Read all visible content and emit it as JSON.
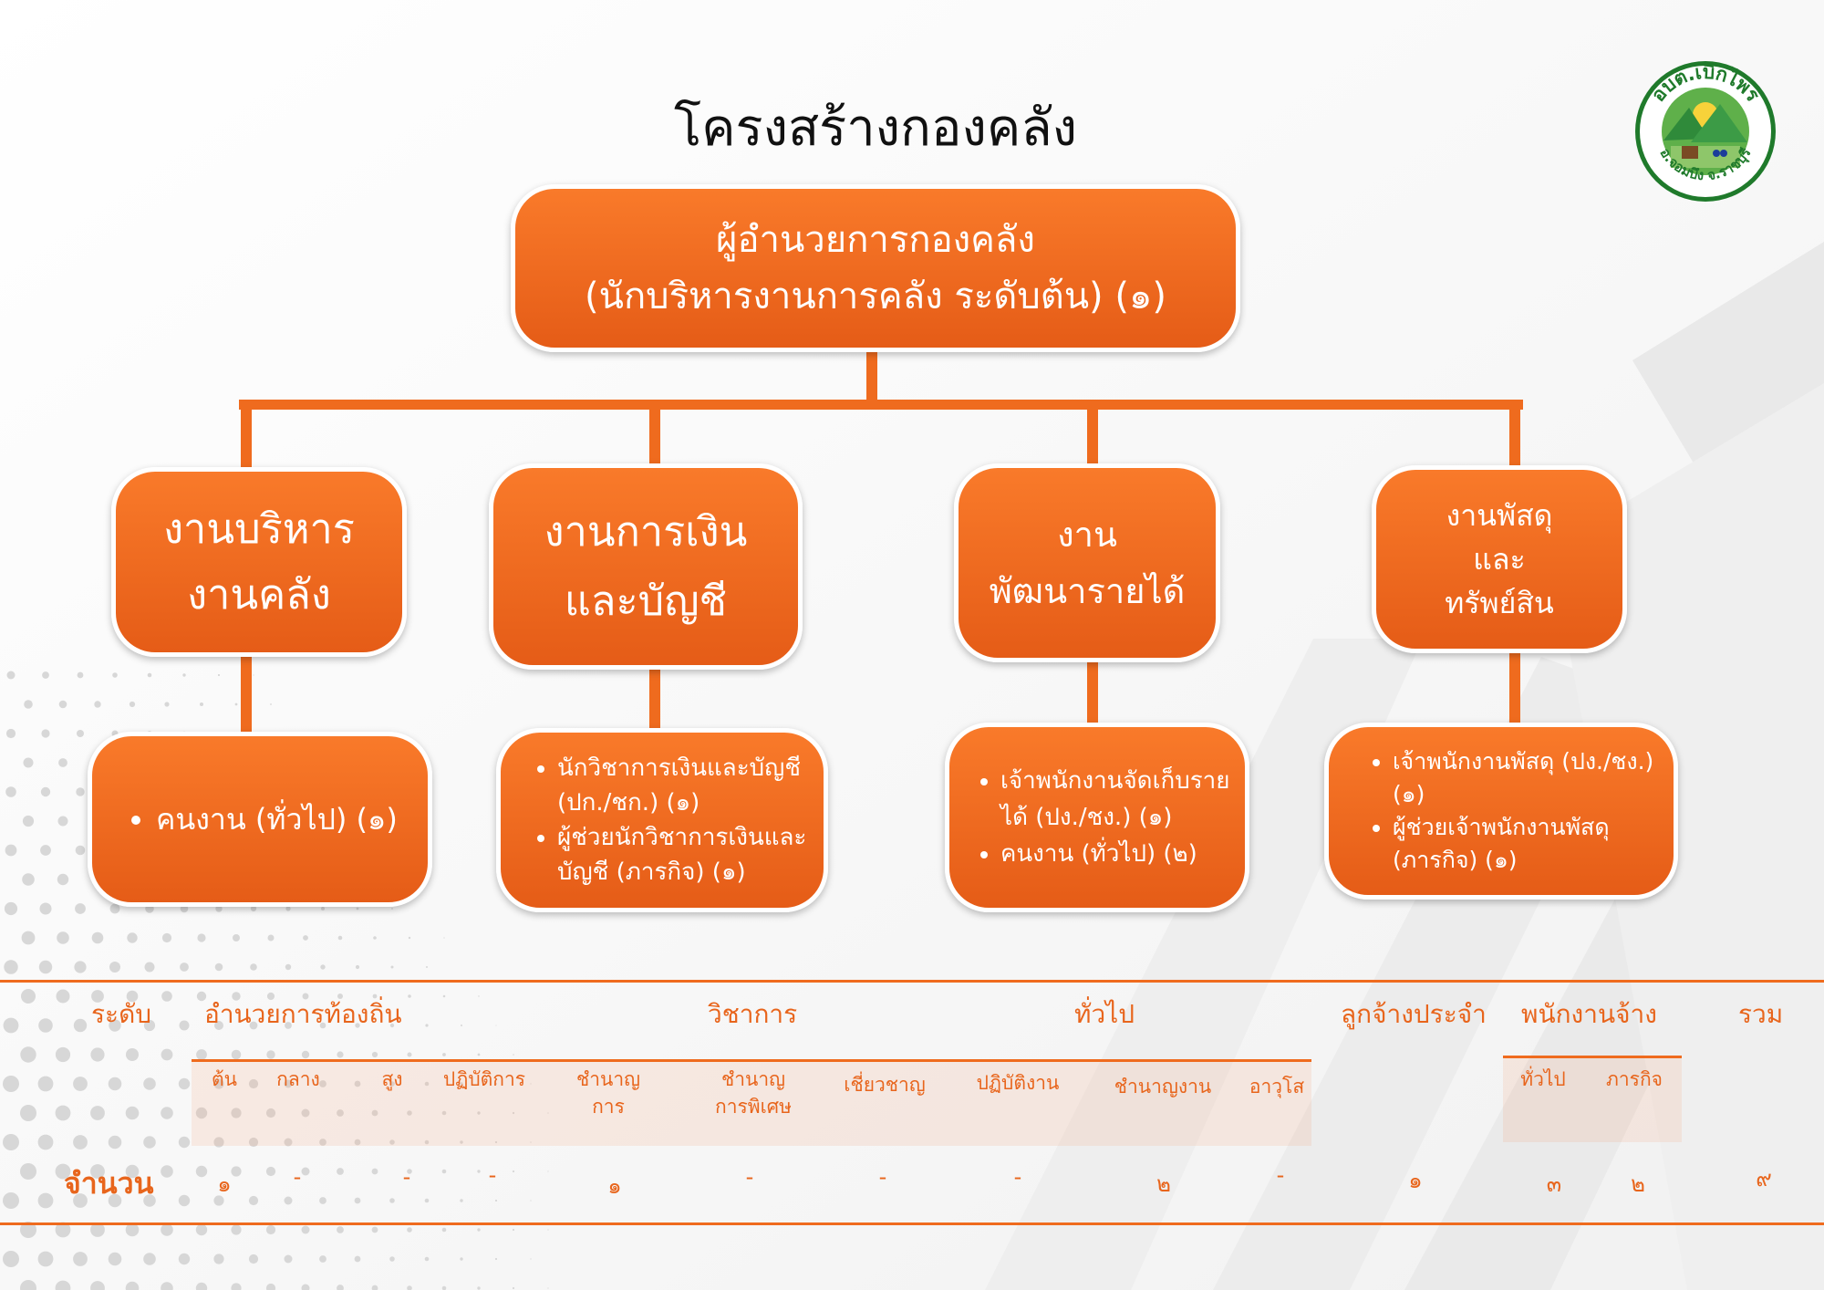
{
  "title": "โครงสร้างกองคลัง",
  "logo": {
    "text_top": "อบต.เบิกไพร",
    "text_bottom": "อ.จอมบึง จ.ราชบุรี"
  },
  "org": {
    "head": "ผู้อำนวยการกองคลัง\n(นักบริหารงานการคลัง ระดับต้น) (๑)",
    "divisions": [
      {
        "name": "งานบริหาร\nงานคลัง",
        "staff": [
          "คนงาน (ทั่วไป) (๑)"
        ]
      },
      {
        "name": "งานการเงิน\nและบัญชี",
        "staff": [
          "นักวิชาการเงินและบัญชี (ปก./ชก.) (๑)",
          "ผู้ช่วยนักวิชาการเงินและบัญชี (ภารกิจ) (๑)"
        ]
      },
      {
        "name": "งาน\nพัฒนารายได้",
        "staff": [
          "เจ้าพนักงานจัดเก็บรายได้ (ปง./ชง.) (๑)",
          "คนงาน (ทั่วไป) (๒)"
        ]
      },
      {
        "name": "งานพัสดุ\nและ\nทรัพย์สิน",
        "staff": [
          "เจ้าพนักงานพัสดุ (ปง./ชง.) (๑)",
          "ผู้ช่วยเจ้าพนักงานพัสดุ (ภารกิจ) (๑)"
        ]
      }
    ]
  },
  "table": {
    "level_label": "ระดับ",
    "count_label": "จำนวน",
    "groups": [
      "อำนวยการท้องถิ่น",
      "วิชาการ",
      "ทั่วไป",
      "ลูกจ้างประจำ",
      "พนักงานจ้าง",
      "รวม"
    ],
    "subheaders": [
      "ต้น",
      "กลาง",
      "สูง",
      "ปฏิบัติการ",
      "ชำนาญ\nการ",
      "ชำนาญ\nการพิเศษ",
      "เชี่ยวชาญ",
      "ปฏิบัติงาน",
      "ชำนาญงาน",
      "อาวุโส"
    ],
    "employee_subheaders": [
      "ทั่วไป",
      "ภารกิจ"
    ],
    "values": [
      "๑",
      "-",
      "-",
      "-",
      "๑",
      "-",
      "-",
      "-",
      "๒",
      "-",
      "๑",
      "๓",
      "๒",
      "๙"
    ]
  },
  "colors": {
    "accent": "#ef6b1e",
    "box_top": "#f97a2a",
    "box_bottom": "#e55c17",
    "text_orange": "#e8651c"
  }
}
